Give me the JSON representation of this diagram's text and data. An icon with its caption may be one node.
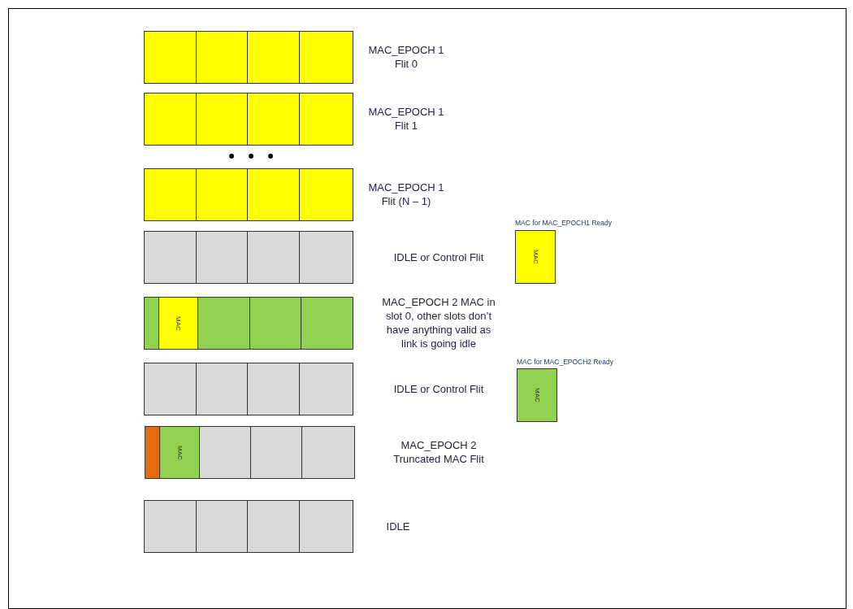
{
  "diagram": {
    "nodes": [
      {
        "text": [],
        "shape": "bar",
        "beside": [
          "MAC_EPOCH 1 Flit 0"
        ]
      },
      {
        "text": [],
        "shape": "bar",
        "beside": [
          "MAC_EPOCH 1 Flit 1"
        ]
      },
      {
        "text": [],
        "shape": "bar",
        "beside": [
          "MAC_EPOCH 1 Flit (N – 1)"
        ]
      },
      {
        "text": [],
        "shape": "bar",
        "beside": [
          "IDLE or Control Flit"
        ]
      },
      {
        "text": [],
        "shape": "bar",
        "beside": [
          "MAC_EPOCH 2 MAC in slot 0, other slots don’t have anything valid as link is going idle"
        ]
      },
      {
        "text": [
          "MAC"
        ],
        "in": 4
      },
      {
        "text": [],
        "shape": "bar",
        "beside": [
          "IDLE or Control Flit"
        ]
      },
      {
        "text": [],
        "shape": "bar",
        "beside": [
          "MAC_EPOCH 2 Truncated MAC Flit"
        ]
      },
      {
        "text": [
          "MAC"
        ],
        "in": 7
      },
      {
        "text": [],
        "shape": "bar",
        "beside": [
          "IDLE"
        ]
      },
      {
        "text": [
          "MAC"
        ],
        "beside": [
          "MAC for MAC_EPOCH1 Ready"
        ]
      },
      {
        "text": [
          "MAC"
        ],
        "beside": [
          "MAC for MAC_EPOCH2 Ready"
        ]
      }
    ],
    "edges": []
  }
}
